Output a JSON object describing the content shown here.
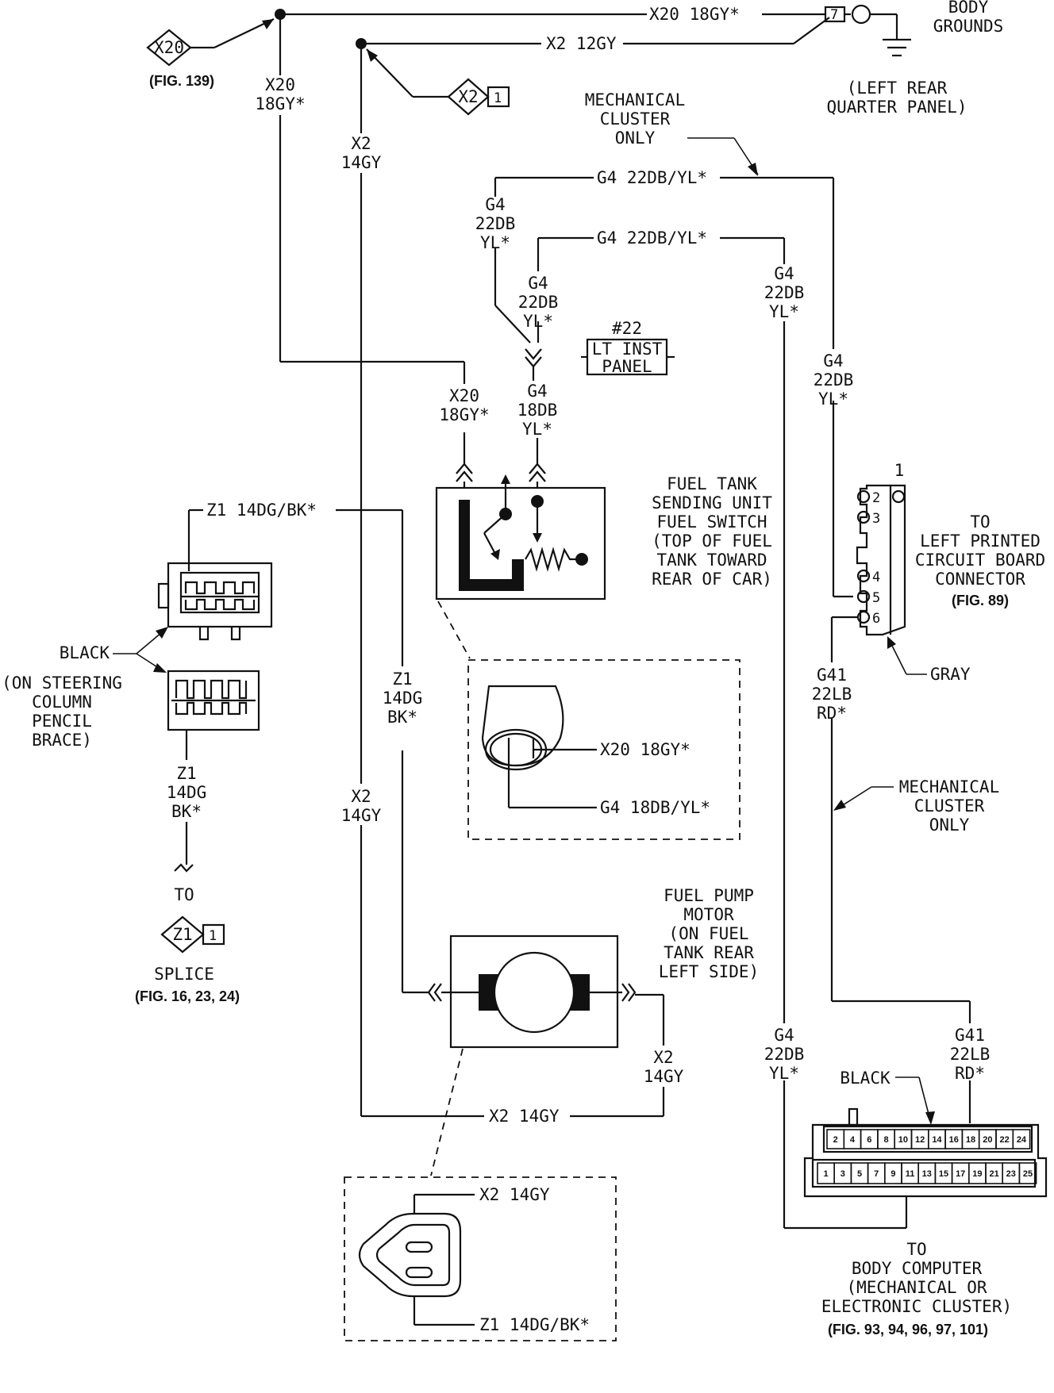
{
  "labels": {
    "body_grounds_1": "BODY",
    "body_grounds_2": "GROUNDS",
    "left_rear_1": "(LEFT REAR",
    "left_rear_2": "QUARTER PANEL)",
    "x20_top": "X20 18GY*",
    "x2_top": "X2 12GY",
    "fig139": "(FIG. 139)",
    "x20_v1": "X20",
    "x20_v2": "18GY*",
    "x2_v1": "X2",
    "x2_v2": "14GY",
    "mech_only_1": "MECHANICAL",
    "mech_only_2": "CLUSTER",
    "mech_only_3": "ONLY",
    "g4_top": "G4 22DB/YL*",
    "g4_mid": "G4 22DB/YL*",
    "g4_a1": "G4",
    "g4_a2": "22DB",
    "g4_a3": "YL*",
    "g4_b1": "G4",
    "g4_b2": "22DB",
    "g4_b3": "YL*",
    "g4_c1": "G4",
    "g4_c2": "22DB",
    "g4_c3": "YL*",
    "g4_d1": "G4",
    "g4_d2": "22DB",
    "g4_d3": "YL*",
    "inst_num": "#22",
    "inst_1": "LT INST",
    "inst_2": "PANEL",
    "x20_s1": "X20",
    "x20_s2": "18GY*",
    "g4_s1": "G4",
    "g4_s2": "18DB",
    "g4_s3": "YL*",
    "sending_1": "FUEL TANK",
    "sending_2": "SENDING UNIT",
    "sending_3": "FUEL SWITCH",
    "sending_4": "(TOP OF FUEL",
    "sending_5": "TANK TOWARD",
    "sending_6": "REAR OF CAR)",
    "z1_top": "Z1 14DG/BK*",
    "black_left": "BLACK",
    "steering_1": "(ON STEERING",
    "steering_2": "COLUMN",
    "steering_3": "PENCIL",
    "steering_4": "BRACE)",
    "z1_l1": "Z1",
    "z1_l2": "14DG",
    "z1_l3": "BK*",
    "to_left": "TO",
    "splice": "SPLICE",
    "fig16": "(FIG. 16, 23, 24)",
    "z1_m1": "Z1",
    "z1_m2": "14DG",
    "z1_m3": "BK*",
    "x2_m1": "X2",
    "x2_m2": "14GY",
    "conn_x20": "X20 18GY*",
    "conn_g4": "G4 18DB/YL*",
    "pump_1": "FUEL PUMP",
    "pump_2": "MOTOR",
    "pump_3": "(ON FUEL",
    "pump_4": "TANK REAR",
    "pump_5": "LEFT SIDE)",
    "x2_r1": "X2",
    "x2_r2": "14GY",
    "x2_bottom": "X2 14GY",
    "pump_x2": "X2 14GY",
    "pump_z1": "Z1 14DG/BK*",
    "pcb_pin1": "1",
    "pcb_1": "TO",
    "pcb_2": "LEFT PRINTED",
    "pcb_3": "CIRCUIT BOARD",
    "pcb_4": "CONNECTOR",
    "fig89": "(FIG. 89)",
    "gray": "GRAY",
    "g41_a1": "G41",
    "g41_a2": "22LB",
    "g41_a3": "RD*",
    "mech2_1": "MECHANICAL",
    "mech2_2": "CLUSTER",
    "mech2_3": "ONLY",
    "g4_e1": "G4",
    "g4_e2": "22DB",
    "g4_e3": "YL*",
    "g41_b1": "G41",
    "g41_b2": "22LB",
    "g41_b3": "RD*",
    "black_right": "BLACK",
    "bc_1": "TO",
    "bc_2": "BODY COMPUTER",
    "bc_3": "(MECHANICAL OR",
    "bc_4": "ELECTRONIC CLUSTER)",
    "fig93": "(FIG. 93, 94, 96, 97, 101)",
    "tag_x20": "X20",
    "tag_x2": "X2",
    "tag_x2_num": "1",
    "tag_z1": "Z1",
    "tag_z1_num": "1",
    "ground_num": "7"
  },
  "pcb_pins": [
    "2",
    "3",
    "4",
    "5",
    "6"
  ],
  "bc_top_pins": [
    "2",
    "4",
    "6",
    "8",
    "10",
    "12",
    "14",
    "16",
    "18",
    "20",
    "22",
    "24"
  ],
  "bc_bottom_pins": [
    "1",
    "3",
    "5",
    "7",
    "9",
    "11",
    "13",
    "15",
    "17",
    "19",
    "21",
    "23",
    "25"
  ]
}
